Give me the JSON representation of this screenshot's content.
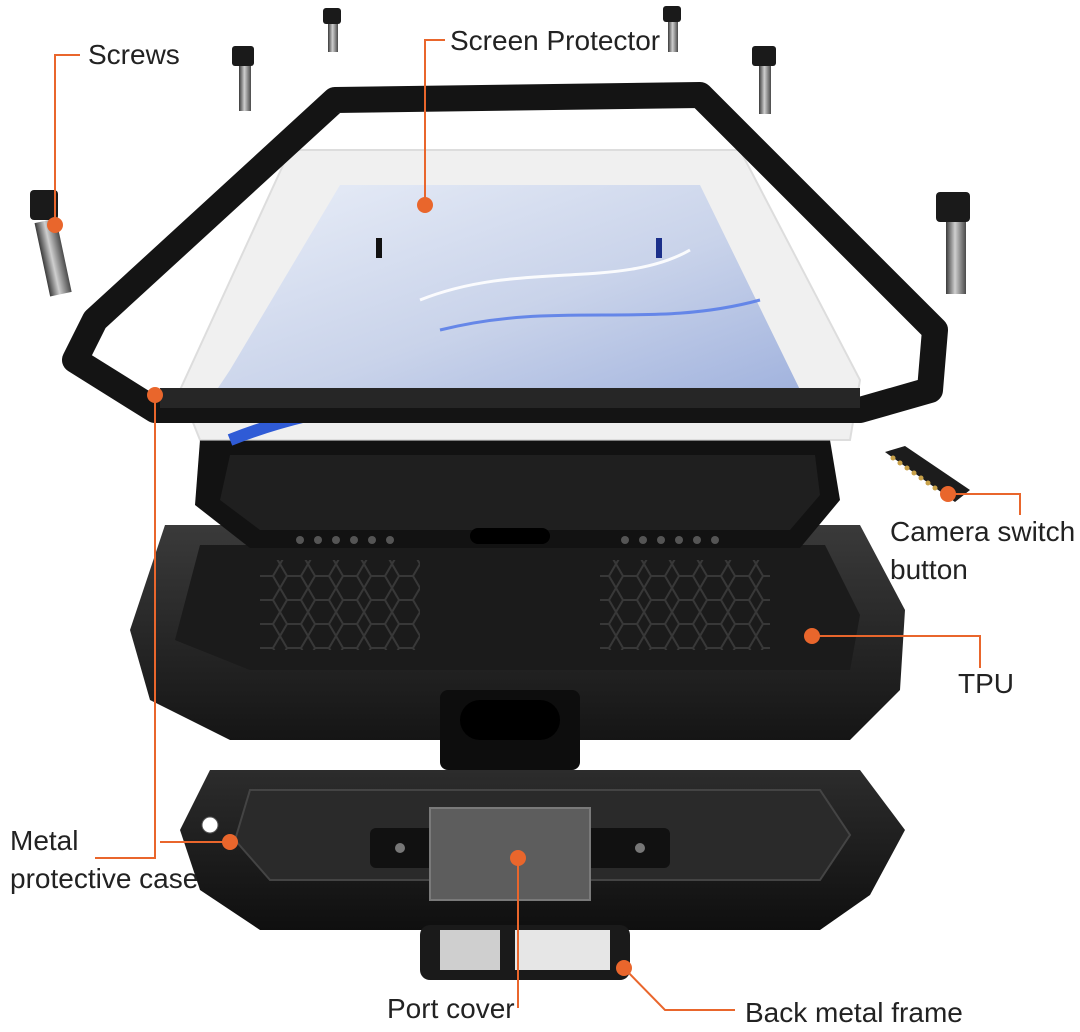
{
  "labels": {
    "screws": "Screws",
    "screen_protector": "Screen Protector",
    "camera_switch_line1": "Camera switch",
    "camera_switch_line2": "button",
    "tpu": "TPU",
    "metal_case_line1": "Metal",
    "metal_case_line2": "protective case",
    "port_cover": "Port cover",
    "back_metal_frame": "Back metal frame"
  },
  "colors": {
    "callout": "#e9662c",
    "label_text": "#222222",
    "frame": "#141414",
    "case": "#222222",
    "screen_accent": "#2f5bd6"
  }
}
